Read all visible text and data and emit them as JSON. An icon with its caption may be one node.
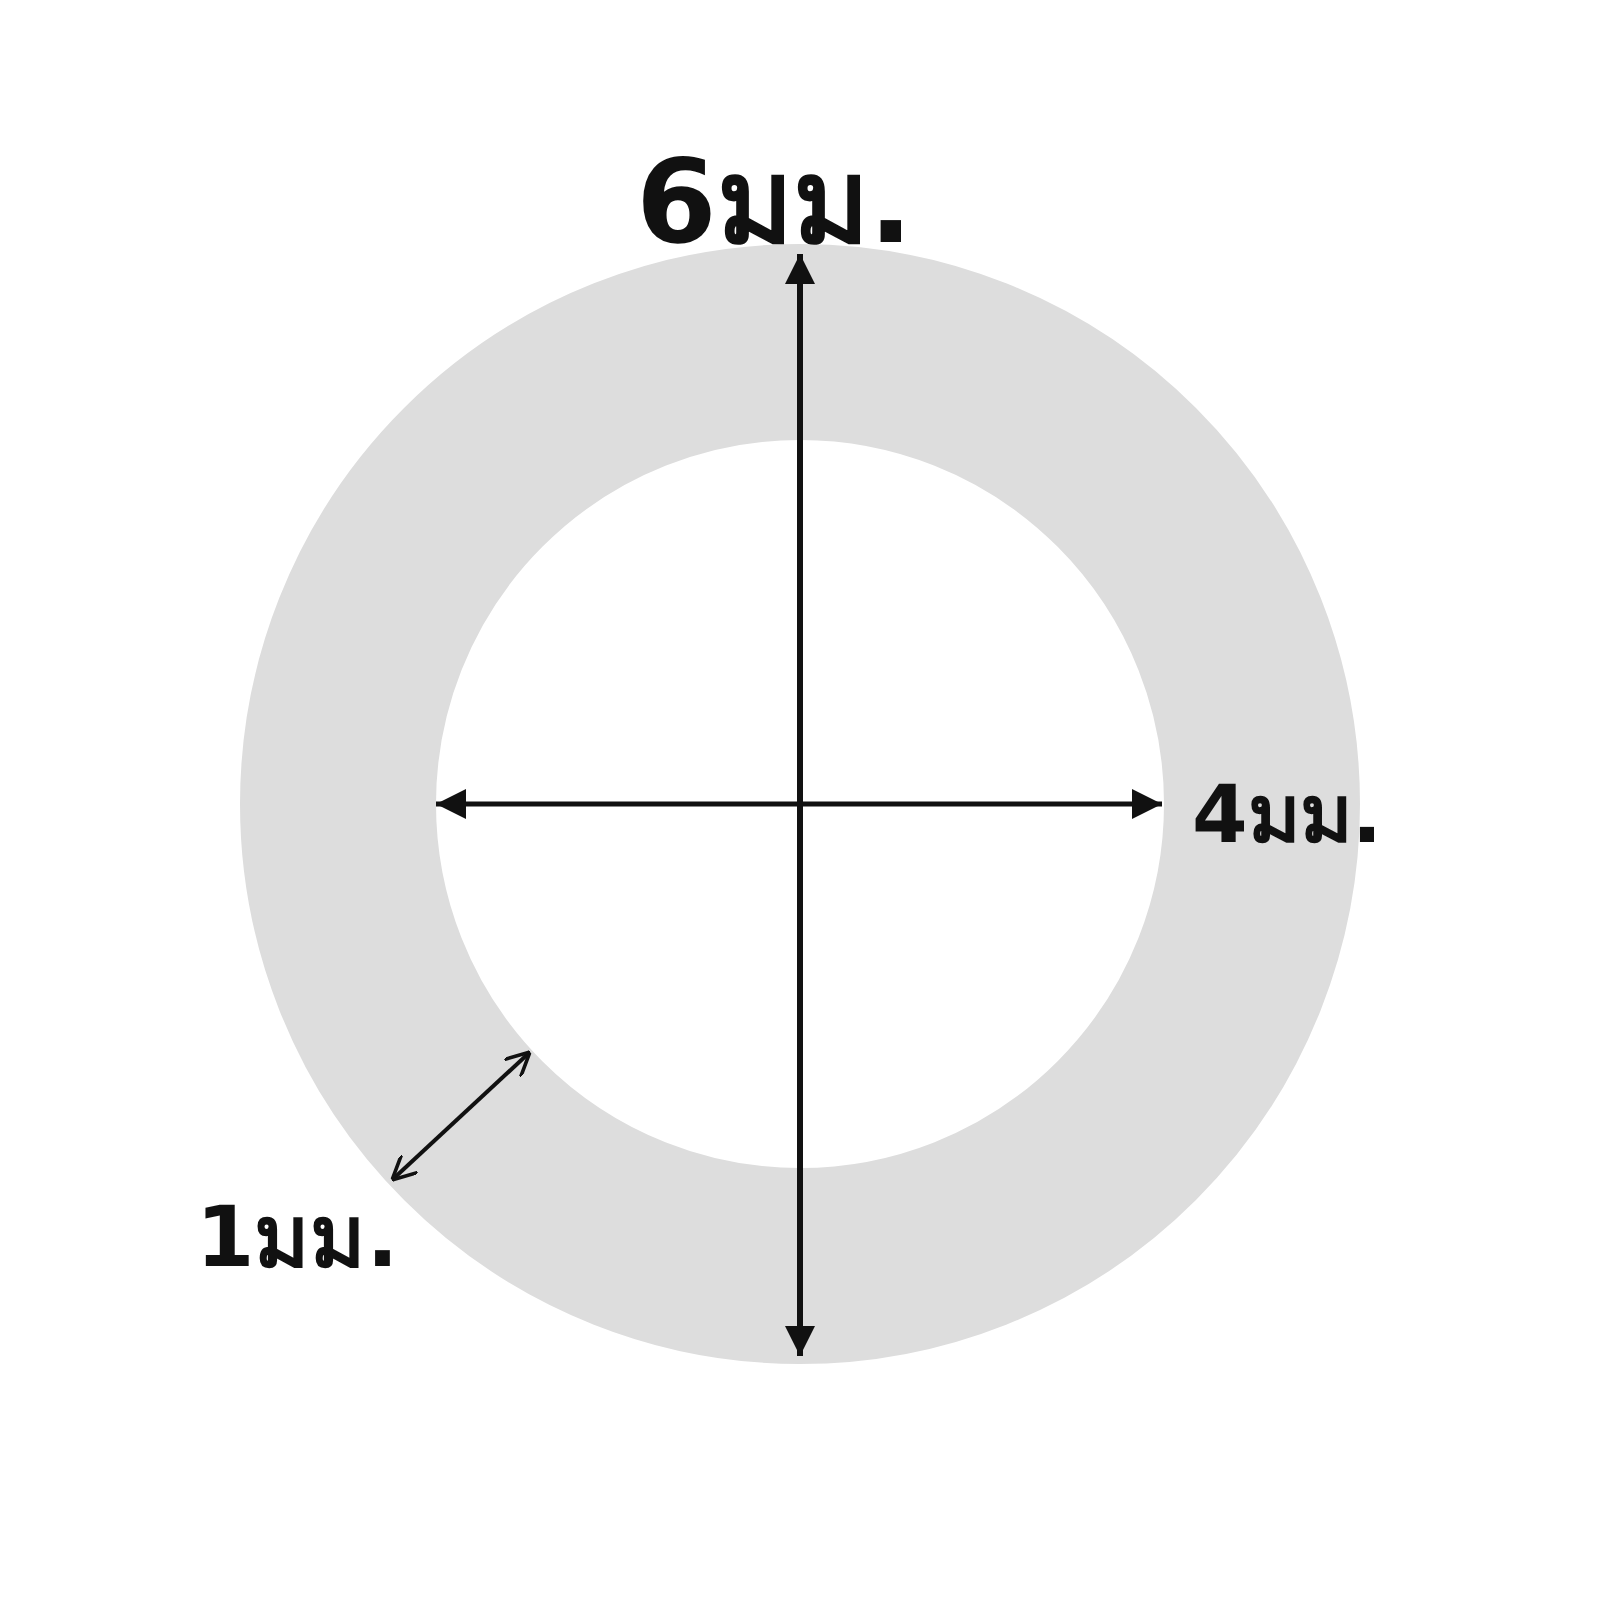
{
  "diagram": {
    "labels": [
      "6มม.",
      "4มม.",
      "1มม."
    ]
  }
}
